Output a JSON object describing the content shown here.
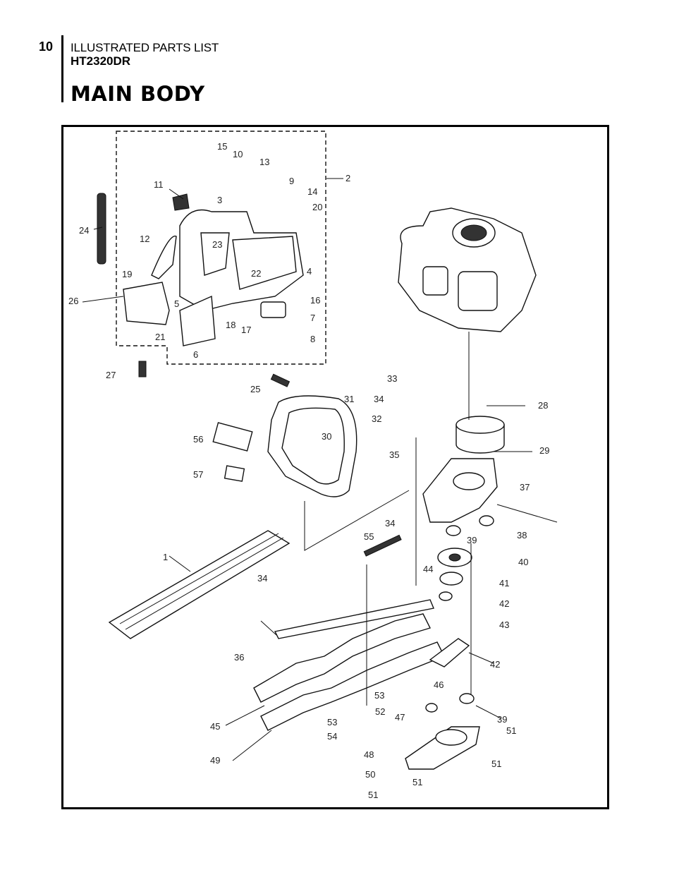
{
  "header": {
    "page_number": "10",
    "section": "ILLUSTRATED PARTS LIST",
    "model": "HT2320DR",
    "title": "MAIN BODY"
  },
  "callouts": [
    "1",
    "2",
    "3",
    "4",
    "5",
    "6",
    "7",
    "8",
    "9",
    "10",
    "11",
    "12",
    "13",
    "14",
    "15",
    "16",
    "17",
    "18",
    "19",
    "20",
    "21",
    "22",
    "23",
    "24",
    "25",
    "26",
    "27",
    "28",
    "29",
    "30",
    "31",
    "32",
    "33",
    "34",
    "34",
    "34",
    "35",
    "36",
    "37",
    "38",
    "39",
    "39",
    "40",
    "41",
    "42",
    "42",
    "43",
    "44",
    "45",
    "46",
    "47",
    "48",
    "49",
    "50",
    "51",
    "51",
    "51",
    "51",
    "52",
    "53",
    "53",
    "54",
    "55",
    "56",
    "57"
  ]
}
